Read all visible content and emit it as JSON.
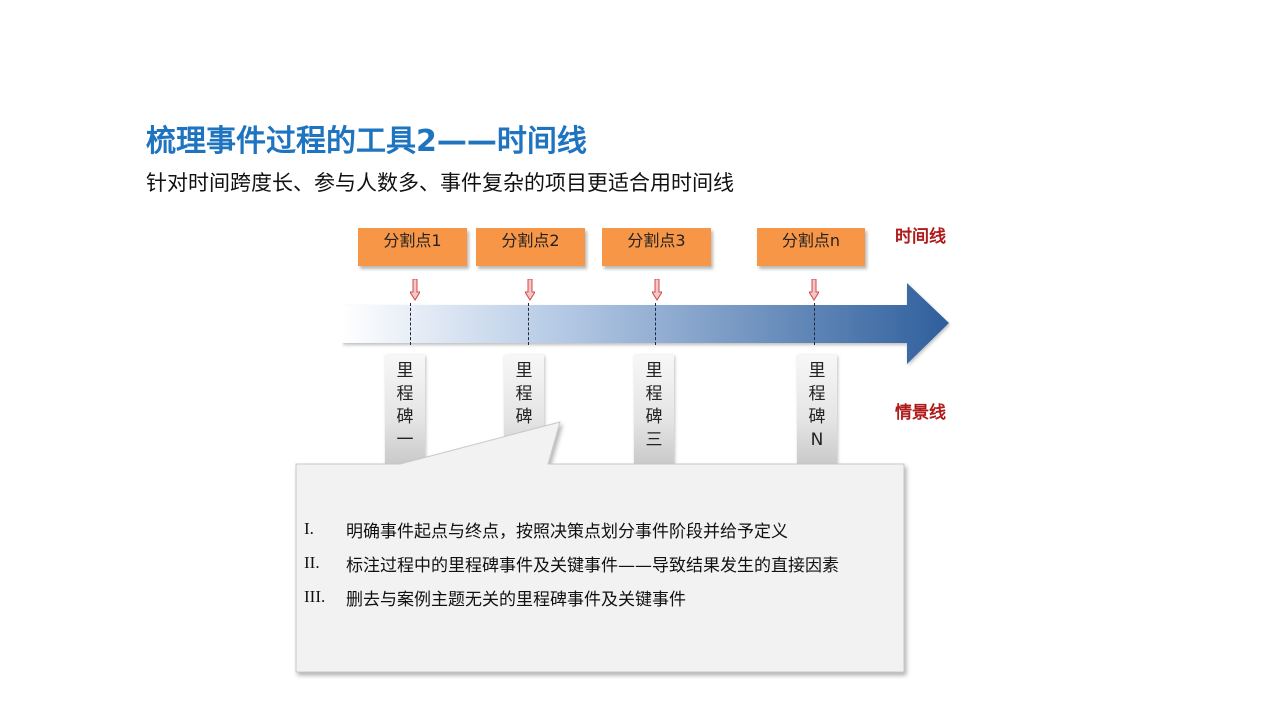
{
  "title": "梳理事件过程的工具2——时间线",
  "subtitle": "针对时间跨度长、参与人数多、事件复杂的项目更适合用时间线",
  "labels": {
    "timeline": "时间线",
    "scenario": "情景线"
  },
  "split_points": [
    "分割点1",
    "分割点2",
    "分割点3",
    "分割点n"
  ],
  "milestones": [
    "里程碑一",
    "里程碑",
    "里程碑三",
    "里程碑N"
  ],
  "notes": [
    {
      "num": "I.",
      "text": "明确事件起点与终点，按照决策点划分事件阶段并给予定义"
    },
    {
      "num": "II.",
      "text": "标注过程中的里程碑事件及关键事件——导致结果发生的直接因素"
    },
    {
      "num": "III.",
      "text": "删去与案例主题无关的里程碑事件及关键事件"
    }
  ],
  "colors": {
    "title": "#1f74c0",
    "split_box": "#f79646",
    "legend": "#b01a1a",
    "arrow_dark": "#2f5f9c",
    "arrow_light": "#ffffff",
    "marker": "#e06666",
    "callout_fill": "#f2f2f2"
  },
  "icons": {
    "split_marker": "down-arrow-icon",
    "timeline_arrow": "right-arrow-icon"
  }
}
